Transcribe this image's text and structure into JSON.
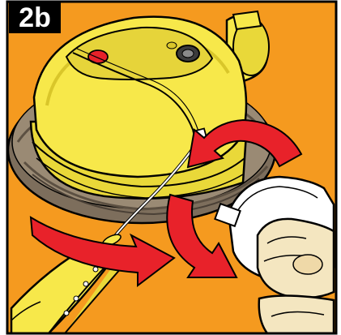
{
  "step": {
    "label": "2b"
  },
  "colors": {
    "background": "#F59A1F",
    "housing_yellow": "#F7E84A",
    "housing_shadow": "#D9C62A",
    "spool_gray": "#8A7A66",
    "arrow_red": "#E8222A",
    "hand_skin": "#F4E6C0",
    "line_white": "#FFFFFF"
  },
  "icons": [
    "trimmer-head-illustration",
    "rotate-arrow-icon",
    "push-arrow-icon",
    "hand-illustration",
    "trimmer-line-illustration"
  ]
}
